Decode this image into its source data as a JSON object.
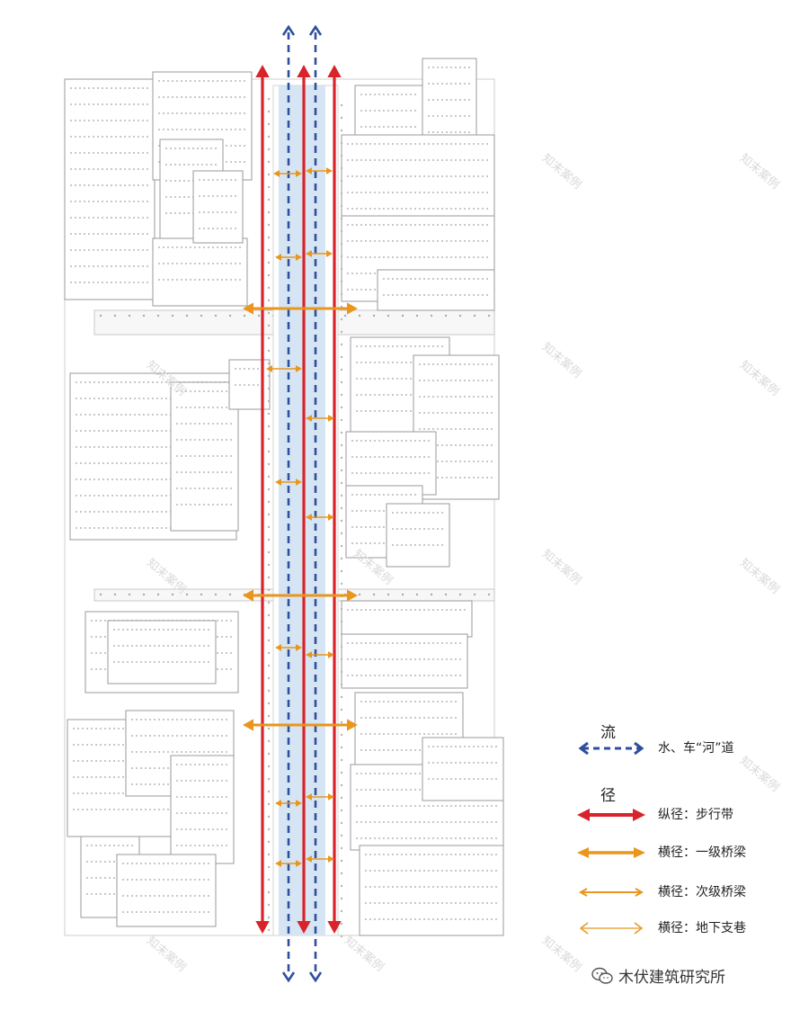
{
  "legend": {
    "flow_heading": "流",
    "path_heading": "径",
    "items": [
      {
        "key": "water_road",
        "label": "水、车“河”道",
        "color": "#2f4f9e",
        "style": "dashed"
      },
      {
        "key": "pedestrian",
        "label": "纵径：步行带",
        "color": "#d8232a",
        "style": "thick"
      },
      {
        "key": "primary_bridge",
        "label": "横径：一级桥梁",
        "color": "#e8961e",
        "style": "medium"
      },
      {
        "key": "secondary_bridge",
        "label": "横径：次级桥梁",
        "color": "#e8961e",
        "style": "thin"
      },
      {
        "key": "underground_alley",
        "label": "横径：地下支巷",
        "color": "#e8961e",
        "style": "hair"
      }
    ]
  },
  "credit": {
    "text": "木伏建筑研究所",
    "icon": "wechat-icon"
  },
  "watermark": {
    "text": "知末案例"
  },
  "colors": {
    "water_blue": "#2f4f9e",
    "red": "#d8232a",
    "orange": "#e8961e",
    "canal_fill": "#cfe0f1",
    "building_line": "#9a9a9a"
  }
}
